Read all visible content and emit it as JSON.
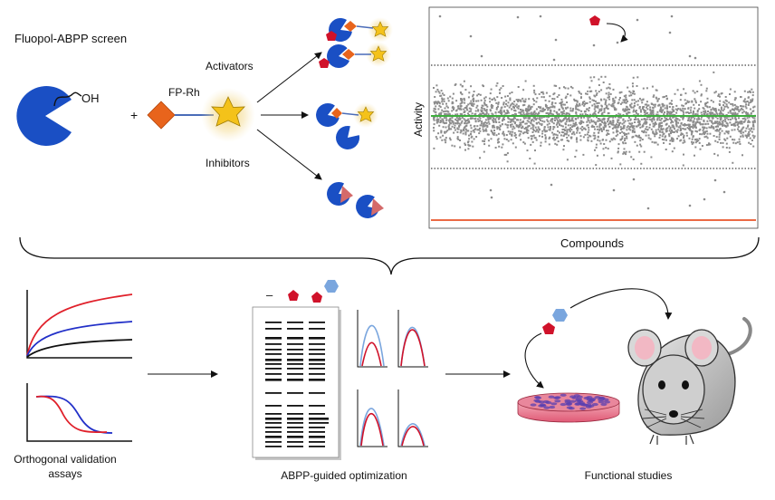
{
  "labels": {
    "screen_title": "Fluopol-ABPP screen",
    "oh": "OH",
    "plus": "+",
    "probe": "FP-Rh",
    "activators": "Activators",
    "inhibitors": "Inhibitors",
    "activity": "Activity",
    "compounds": "Compounds",
    "minus": "–",
    "orthogonal_1": "Orthogonal validation",
    "orthogonal_2": "assays",
    "abpp_opt": "ABPP-guided optimization",
    "functional": "Functional studies"
  },
  "colors": {
    "enzyme": "#1a4fc4",
    "probe_diamond": "#e8641c",
    "fluor_star": "#f4c21a",
    "inhibitor_pentagon": "#d0122a",
    "inhibitor_hexagon": "#7aa6de",
    "scatter_points": "#8c8c8c",
    "mean_line": "#3fae3f",
    "baseline_line": "#e8542a",
    "curve_red": "#e0202a",
    "curve_blue": "#2230c8"
  }
}
